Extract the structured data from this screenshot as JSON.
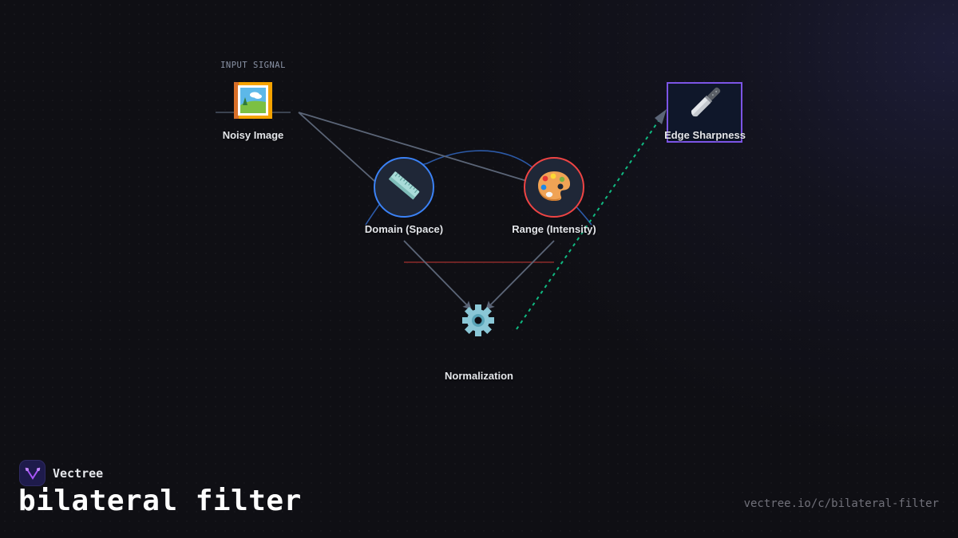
{
  "diagram": {
    "title": "bilateral filter",
    "nodes": [
      {
        "id": "noisy-image",
        "label": "Noisy Image",
        "kicker": "INPUT SIGNAL",
        "icon": "framed-picture-icon",
        "glyph": "🖼️",
        "shape": "none"
      },
      {
        "id": "domain",
        "label": "Domain (Space)",
        "icon": "ruler-icon",
        "glyph": "📏",
        "shape": "circle",
        "border_color": "#3b82f6"
      },
      {
        "id": "range",
        "label": "Range (Intensity)",
        "icon": "artist-palette-icon",
        "glyph": "🎨",
        "shape": "circle",
        "border_color": "#ef4444"
      },
      {
        "id": "normalization",
        "label": "Normalization",
        "icon": "gear-icon",
        "glyph": "⚙️",
        "shape": "none"
      },
      {
        "id": "edge-sharpness",
        "label": "Edge Sharpness",
        "icon": "kitchen-knife-icon",
        "glyph": "🔪",
        "shape": "square",
        "border_color": "#7c55e6"
      }
    ],
    "edges": [
      {
        "from": "noisy-image",
        "to": "domain",
        "style": "solid",
        "color": "#5b6577",
        "arrow": true
      },
      {
        "from": "noisy-image",
        "to": "range",
        "style": "solid",
        "color": "#5b6577",
        "arrow": true
      },
      {
        "from": "domain",
        "to": "normalization",
        "style": "solid",
        "color": "#5b6577",
        "arrow": true
      },
      {
        "from": "range",
        "to": "normalization",
        "style": "solid",
        "color": "#5b6577",
        "arrow": true
      },
      {
        "from": "normalization",
        "to": "edge-sharpness",
        "style": "dashed",
        "color": "#10b981",
        "arrow": true
      },
      {
        "from": "domain",
        "to": "range",
        "style": "arc",
        "color": "#2c5aa8",
        "arrow": false
      },
      {
        "from": "domain",
        "to": "range",
        "style": "solid",
        "color": "#8b2a2a",
        "arrow": false
      }
    ]
  },
  "colors": {
    "background": "#0f0f14",
    "edge": "#5b6577",
    "domain_border": "#3b82f6",
    "range_border": "#ef4444",
    "output_border": "#7c55e6",
    "dashed_edge": "#10b981",
    "arc": "#2c5aa8",
    "link_line": "#8b2a2a"
  },
  "footer": {
    "brand_name": "Vectree",
    "brand_icon": "vectree-logo-icon",
    "title": "bilateral filter",
    "url": "vectree.io/c/bilateral-filter"
  }
}
